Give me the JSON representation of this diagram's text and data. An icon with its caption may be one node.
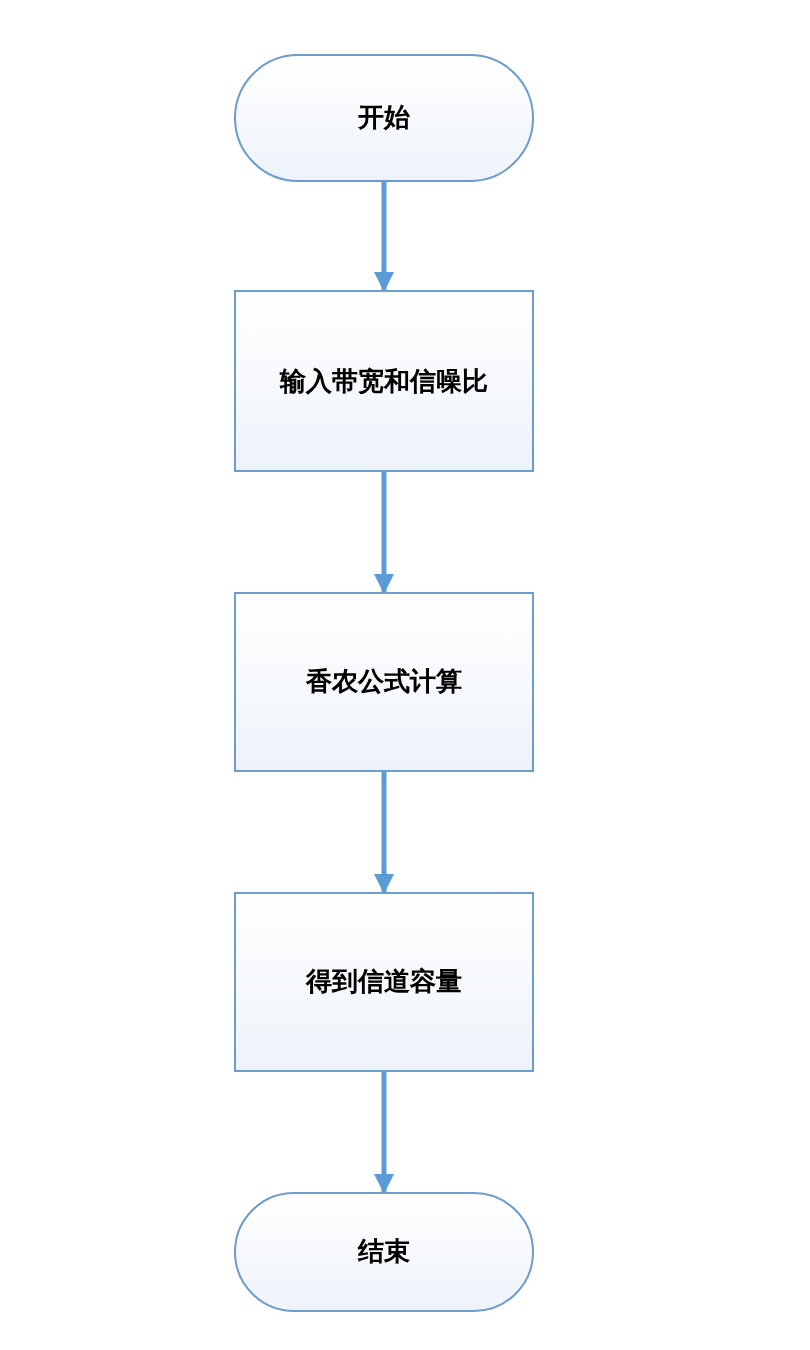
{
  "diagram": {
    "nodes": [
      {
        "text": [
          "开始"
        ]
      },
      {
        "text": [
          "输入带宽和信噪比"
        ]
      },
      {
        "text": [
          "香农公式计算"
        ]
      },
      {
        "text": [
          "得到信道容量"
        ]
      },
      {
        "text": [
          "结束"
        ]
      }
    ],
    "edges": [
      {
        "from": 0,
        "to": 1,
        "arrow": "to"
      },
      {
        "from": 1,
        "to": 2,
        "arrow": "to"
      },
      {
        "from": 2,
        "to": 3,
        "arrow": "to"
      },
      {
        "from": 3,
        "to": 4,
        "arrow": "to"
      }
    ]
  }
}
